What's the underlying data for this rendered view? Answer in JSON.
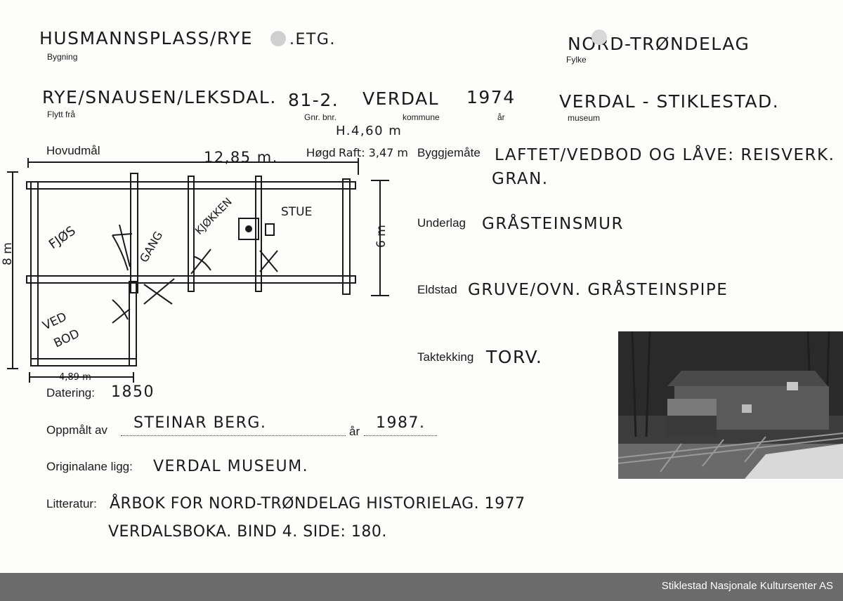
{
  "building": {
    "value": "HUSMANNSPLASS/RYE",
    "suffix": ".ETG.",
    "label": "Bygning"
  },
  "county": {
    "value": "NORD-TRØNDELAG",
    "label": "Fylke"
  },
  "moved_from": {
    "value": "RYE/SNAUSEN/LEKSDAL.",
    "label": "Flytt frå"
  },
  "gnr_bnr": {
    "value": "81-2.",
    "label": "Gnr. bnr."
  },
  "municipality": {
    "value": "VERDAL",
    "label": "kommune"
  },
  "year": {
    "value": "1974",
    "label": "år"
  },
  "museum": {
    "value": "VERDAL - STIKLESTAD.",
    "label": "museum"
  },
  "main_dims": {
    "label": "Hovudmål",
    "length": "12,85 m.",
    "width_left": "8 m",
    "width_right": "6 m",
    "bottom": "4,89 m"
  },
  "height": {
    "label": "Høgd",
    "value_roof": "H.4,60 m",
    "value_raft": "Raft: 3,47 m"
  },
  "construction": {
    "label": "Byggjemåte",
    "line1": "LAFTET/VEDBOD OG LÅVE: REISVERK.",
    "line2": "GRAN."
  },
  "plan_rooms": {
    "fjos": "FJØS",
    "gang": "GANG",
    "kjokken": "KJØKKEN",
    "stue": "STUE",
    "ved": "VED",
    "bod": "BOD"
  },
  "foundation": {
    "label": "Underlag",
    "value": "GRÅSTEINSMUR"
  },
  "hearth": {
    "label": "Eldstad",
    "value": "GRUVE/OVN. GRÅSTEINSPIPE"
  },
  "roofing": {
    "label": "Taktekking",
    "value": "TORV."
  },
  "dating": {
    "label": "Datering:",
    "value": "1850"
  },
  "measured": {
    "label": "Oppmålt av",
    "value": "STEINAR BERG.",
    "year_label": "år",
    "year": "1987."
  },
  "originals": {
    "label": "Originalane ligg:",
    "value": "VERDAL MUSEUM."
  },
  "literature": {
    "label": "Litteratur:",
    "line1": "ÅRBOK FOR NORD-TRØNDELAG HISTORIELAG. 1977",
    "line2": "VERDALSBOKA. BIND 4. SIDE: 180."
  },
  "footer": {
    "credit": "Stiklestad Nasjonale Kultursenter AS"
  }
}
